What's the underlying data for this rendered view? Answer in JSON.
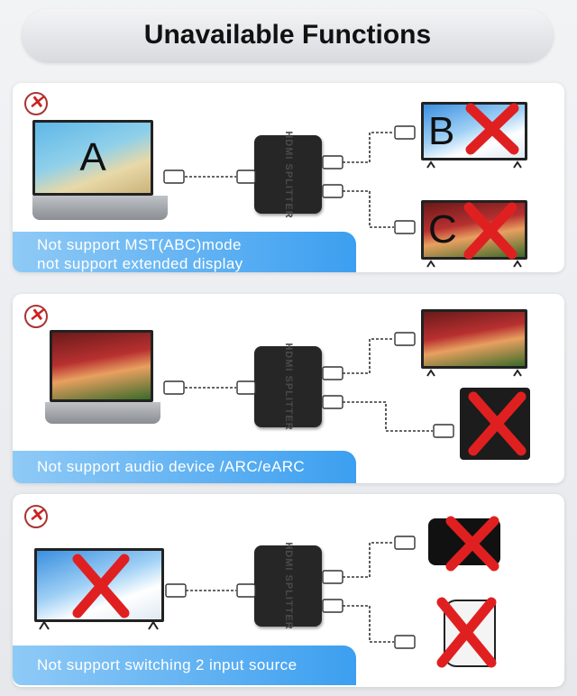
{
  "header": {
    "title": "Unavailable Functions"
  },
  "colors": {
    "accent_blue": "#3c9ff0",
    "cross_red": "#e02020"
  },
  "icons": {
    "unsupported": "x-circle-icon",
    "cross": "red-x-icon",
    "connector": "hdmi-plug-icon"
  },
  "panels": [
    {
      "label_line1": "Not support MST(ABC)mode",
      "label_line2": "not support extended display",
      "source_letter": "A",
      "display_letters": [
        "B",
        "C"
      ],
      "splitter_text": "HDMI SPLITTER"
    },
    {
      "label_line1": "Not support audio device /ARC/eARC",
      "splitter_text": "HDMI SPLITTER"
    },
    {
      "label_line1": "Not support switching 2 input source",
      "splitter_text": "HDMI SPLITTER"
    }
  ]
}
